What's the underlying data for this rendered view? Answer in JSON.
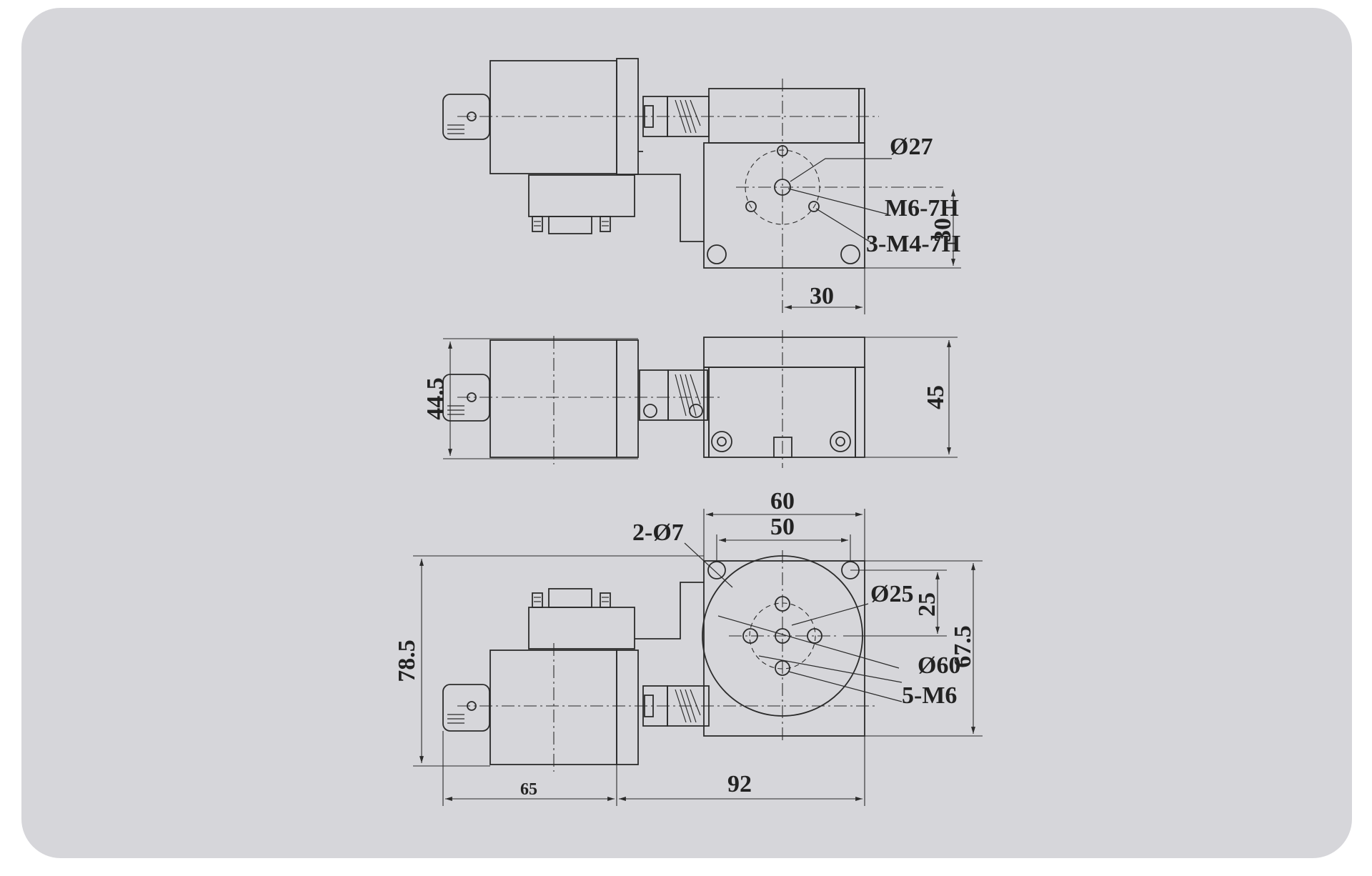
{
  "drawing": {
    "top_view": {
      "labels": {
        "bore_dia": "Ø27",
        "center_thread": "M6-7H",
        "pcd_thread": "3-M4-7H",
        "height_dim": "30",
        "width_dim": "30"
      }
    },
    "side_view": {
      "labels": {
        "axis_height": "44.5",
        "total_height": "45"
      }
    },
    "bottom_view": {
      "labels": {
        "outer_width": "60",
        "hole_spacing": "50",
        "mount_holes": "2-Ø7",
        "platform_dia": "Ø25",
        "offset_25": "25",
        "center_dia": "Ø60",
        "depth_675": "67.5",
        "table_holes": "5-M6",
        "total_depth": "78.5",
        "motor_length": "65",
        "stage_length": "92"
      }
    }
  }
}
